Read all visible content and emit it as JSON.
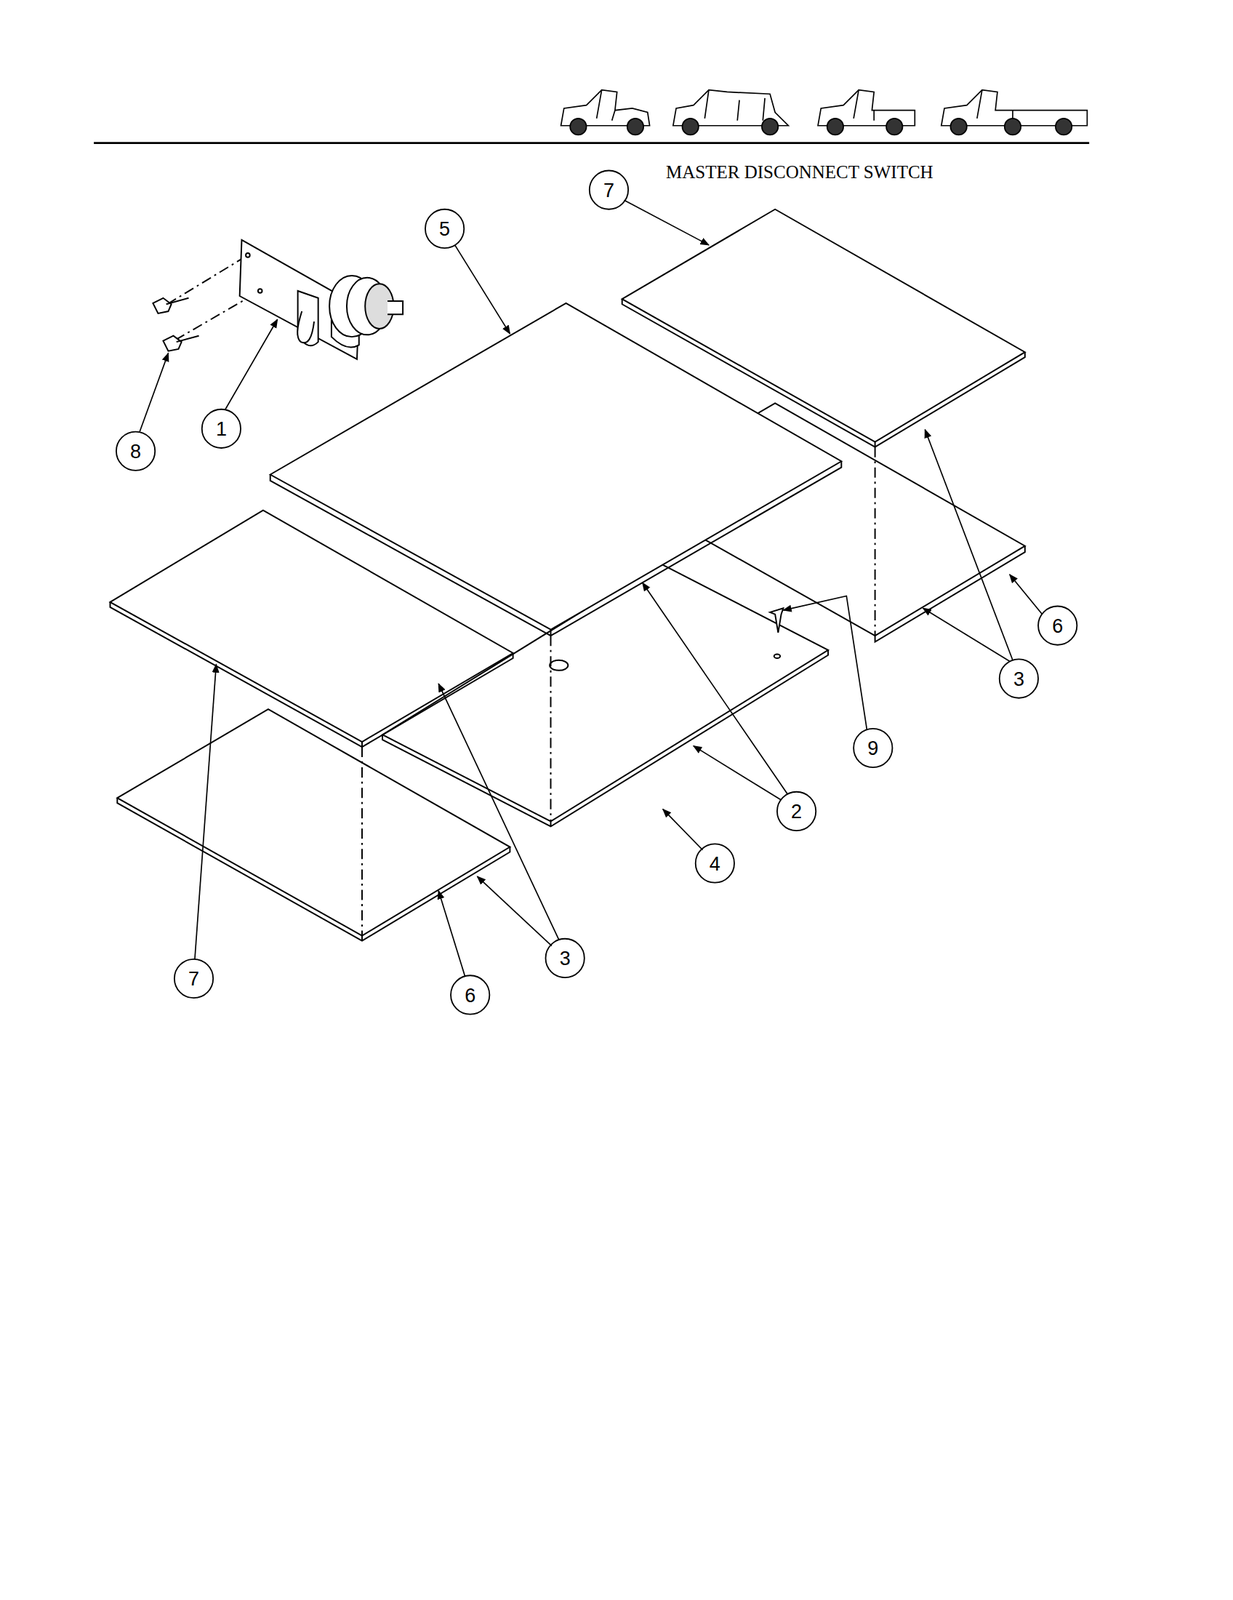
{
  "diagram": {
    "title": "MASTER DISCONNECT SWITCH",
    "labels": [
      "7",
      "5",
      "1",
      "8",
      "6",
      "3",
      "9",
      "2",
      "4",
      "3",
      "7",
      "6"
    ]
  }
}
